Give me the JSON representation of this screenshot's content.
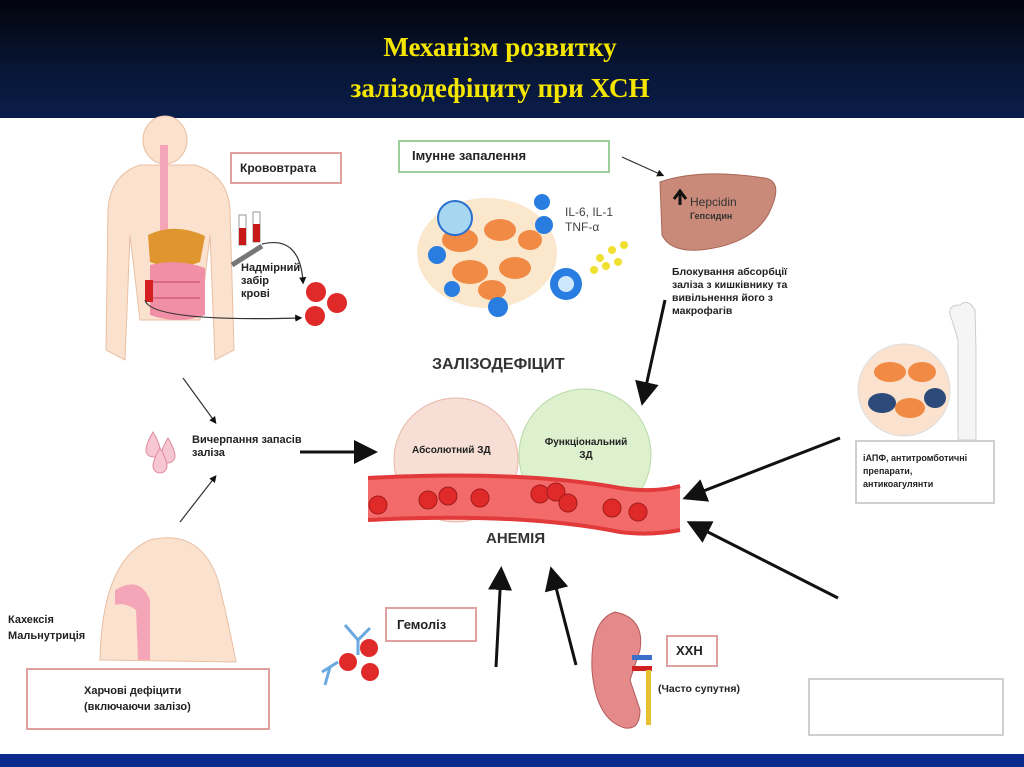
{
  "slide": {
    "title_line1": "Механізм розвитку",
    "title_line2": "залізодефіциту при ХСН"
  },
  "diagram": {
    "blood_loss": "Крововтрата",
    "excess_blood_draw": [
      "Надмірний",
      "забір",
      "крові"
    ],
    "immune_inflammation": "Імунне запалення",
    "cytokines": [
      "IL-6, IL-1",
      "TNF-α"
    ],
    "hepcidin_en": "Hepcidin",
    "hepcidin_ua": "Гепсидин",
    "absorption_block": [
      "Блокування абсорбції",
      "заліза з кишківнику та",
      "вивільнення його з",
      "макрофагів"
    ],
    "iron_deficiency": "ЗАЛІЗОДЕФІЦИТ",
    "absolute_id": "Абсолютний ЗД",
    "functional_id": [
      "Функціональний",
      "ЗД"
    ],
    "anemia": "АНЕМІЯ",
    "depletion": [
      "Вичерпання запасів",
      "заліза"
    ],
    "cachexia": [
      "Кахексія",
      "Мальнутриція"
    ],
    "dietary_deficits": [
      "Харчові дефіцити",
      "(включаючи залізо)"
    ],
    "hemolysis": "Гемоліз",
    "ckd": "ХХН",
    "ckd_note": "(Часто супутня)",
    "drugs": [
      "іАПФ, антитромботичні",
      "препарати,",
      " антикоагулянти"
    ]
  },
  "colors": {
    "title": "#f5e600",
    "rbc": "#e02a2a",
    "vessel": "#f26a6a",
    "box_border": "#e0a0a0",
    "absolute_circle": "#f6d9cf",
    "functional_circle": "#d7efc6"
  }
}
